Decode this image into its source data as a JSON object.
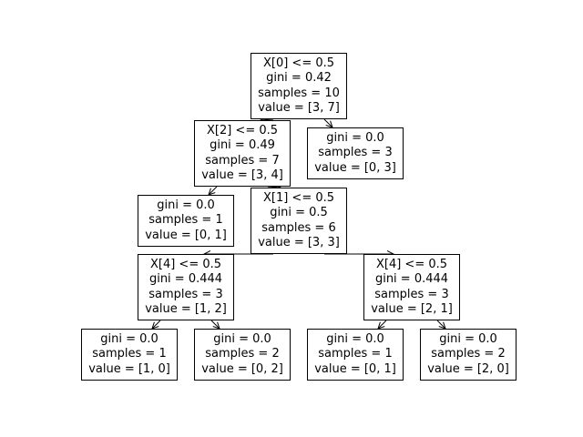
{
  "tree": {
    "nodes": [
      {
        "id": "n0",
        "split": "X[0] <= 0.5",
        "gini": "gini = 0.42",
        "samples": "samples = 10",
        "value": "value = [3, 7]"
      },
      {
        "id": "n1",
        "split": "X[2] <= 0.5",
        "gini": "gini = 0.49",
        "samples": "samples = 7",
        "value": "value = [3, 4]"
      },
      {
        "id": "n2",
        "split": "",
        "gini": "gini = 0.0",
        "samples": "samples = 1",
        "value": "value = [0, 1]"
      },
      {
        "id": "n3",
        "split": "X[1] <= 0.5",
        "gini": "gini = 0.5",
        "samples": "samples = 6",
        "value": "value = [3, 3]"
      },
      {
        "id": "n4",
        "split": "X[4] <= 0.5",
        "gini": "gini = 0.444",
        "samples": "samples = 3",
        "value": "value = [1, 2]"
      },
      {
        "id": "n5",
        "split": "",
        "gini": "gini = 0.0",
        "samples": "samples = 1",
        "value": "value = [1, 0]"
      },
      {
        "id": "n6",
        "split": "",
        "gini": "gini = 0.0",
        "samples": "samples = 2",
        "value": "value = [0, 2]"
      },
      {
        "id": "n7",
        "split": "X[4] <= 0.5",
        "gini": "gini = 0.444",
        "samples": "samples = 3",
        "value": "value = [2, 1]"
      },
      {
        "id": "n8",
        "split": "",
        "gini": "gini = 0.0",
        "samples": "samples = 1",
        "value": "value = [0, 1]"
      },
      {
        "id": "n9",
        "split": "",
        "gini": "gini = 0.0",
        "samples": "samples = 2",
        "value": "value = [2, 0]"
      },
      {
        "id": "n10",
        "split": "",
        "gini": "gini = 0.0",
        "samples": "samples = 3",
        "value": "value = [0, 3]"
      }
    ],
    "edges": [
      {
        "from": "n0",
        "to": "n1"
      },
      {
        "from": "n0",
        "to": "n10"
      },
      {
        "from": "n1",
        "to": "n2"
      },
      {
        "from": "n1",
        "to": "n3"
      },
      {
        "from": "n3",
        "to": "n4"
      },
      {
        "from": "n3",
        "to": "n7"
      },
      {
        "from": "n4",
        "to": "n5"
      },
      {
        "from": "n4",
        "to": "n6"
      },
      {
        "from": "n7",
        "to": "n8"
      },
      {
        "from": "n7",
        "to": "n9"
      }
    ],
    "colors": {
      "box_border": "#000000",
      "box_fill": "#ffffff",
      "text": "#000000",
      "edge": "#000000"
    }
  }
}
